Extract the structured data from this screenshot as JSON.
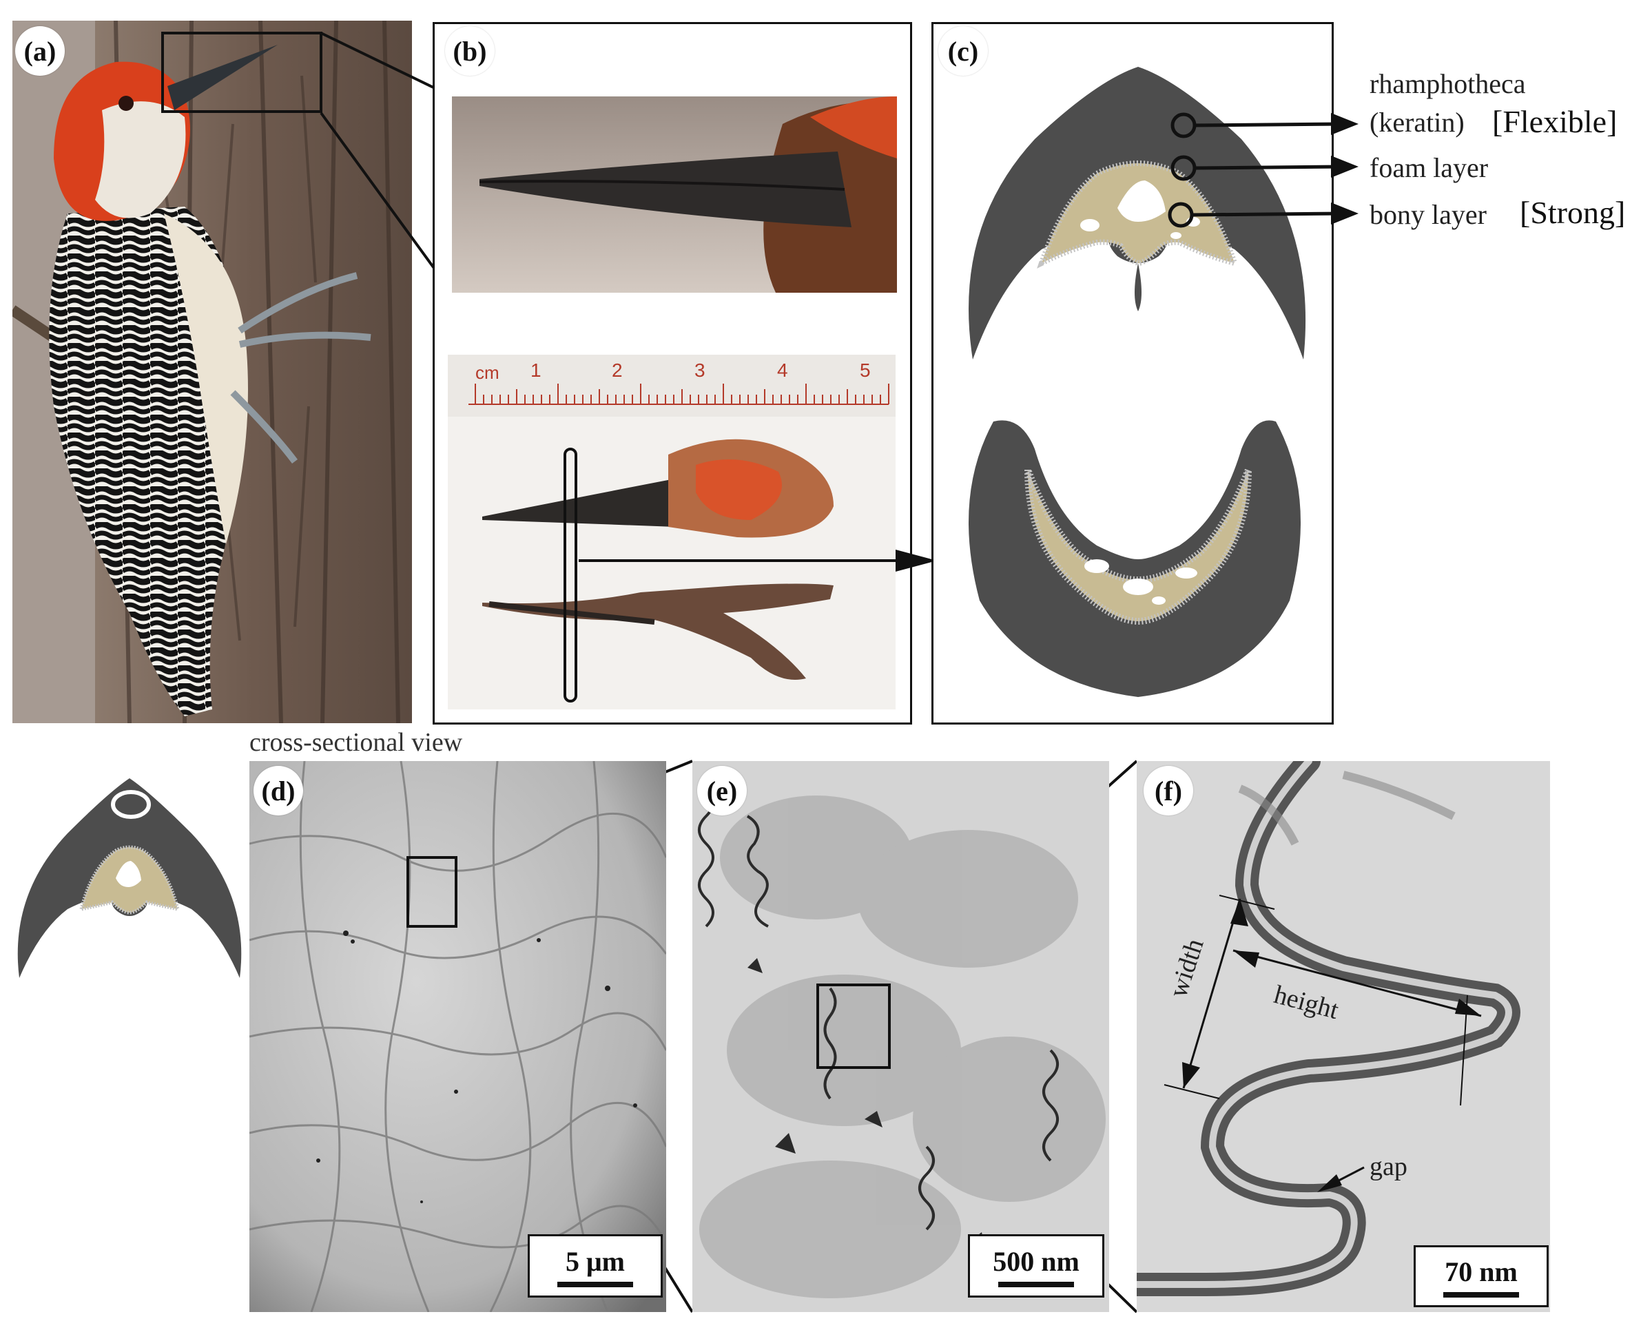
{
  "panels": {
    "a": {
      "label": "(a)"
    },
    "b": {
      "label": "(b)",
      "ruler": {
        "unit": "cm",
        "ticks": [
          "1",
          "2",
          "3",
          "4",
          "5"
        ]
      }
    },
    "c": {
      "label": "(c)"
    },
    "d": {
      "label": "(d)",
      "scale": "5 μm"
    },
    "e": {
      "label": "(e)",
      "scale": "500 nm"
    },
    "f": {
      "label": "(f)",
      "scale": "70 nm",
      "annotations": {
        "width": "width",
        "height": "height",
        "gap": "gap"
      }
    }
  },
  "layers": {
    "rhamphotheca_line1": "rhamphotheca",
    "rhamphotheca_line2": "(keratin)",
    "rhamphotheca_tag": "[Flexible]",
    "foam": "foam layer",
    "bony": "bony layer",
    "bony_tag": "[Strong]"
  },
  "cross_section_caption": "cross-sectional view",
  "colors": {
    "keratin": "#4d4d4d",
    "bone": "#c8bb93",
    "foam": "#c4c4c4",
    "frame": "#111111"
  }
}
